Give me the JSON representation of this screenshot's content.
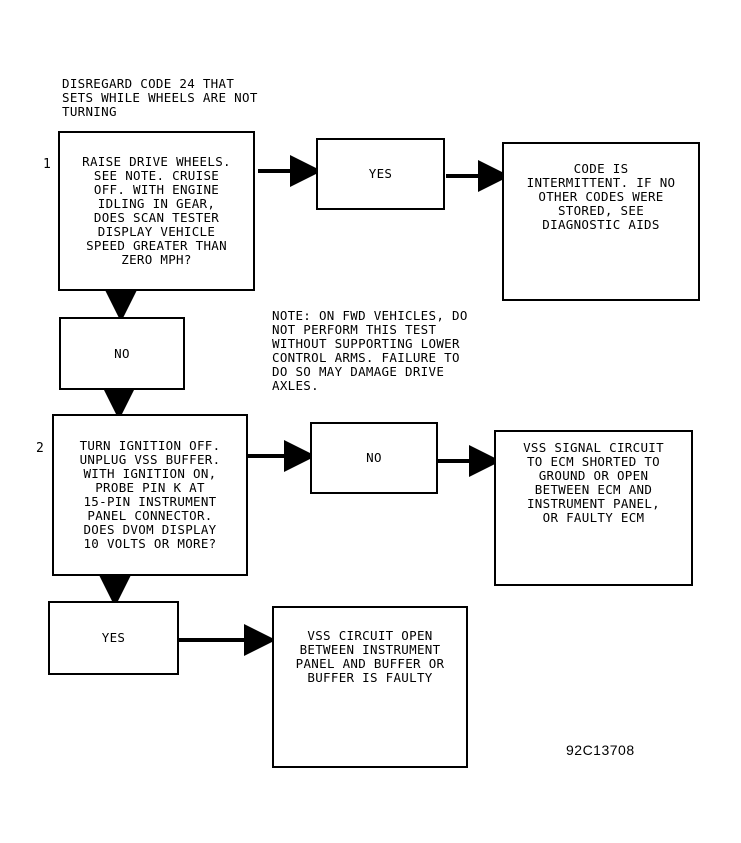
{
  "header_note": "DISREGARD CODE 24 THAT\nSETS WHILE WHEELS ARE NOT\nTURNING",
  "steps": [
    {
      "number": "1",
      "question": "RAISE DRIVE WHEELS.\nSEE NOTE. CRUISE\nOFF. WITH ENGINE\nIDLING IN GEAR,\nDOES SCAN TESTER\nDISPLAY VEHICLE\nSPEED GREATER THAN\nZERO MPH?",
      "yes_label": "YES",
      "yes_result": "CODE IS\nINTERMITTENT. IF NO\nOTHER CODES WERE\nSTORED, SEE\nDIAGNOSTIC AIDS",
      "no_label": "NO"
    },
    {
      "number": "2",
      "question": "TURN IGNITION OFF.\nUNPLUG VSS BUFFER.\nWITH IGNITION ON,\nPROBE PIN K AT\n15-PIN INSTRUMENT\nPANEL CONNECTOR.\nDOES DVOM DISPLAY\n10 VOLTS OR MORE?",
      "no_label": "NO",
      "no_result": "VSS SIGNAL CIRCUIT\nTO ECM SHORTED TO\nGROUND OR OPEN\nBETWEEN ECM AND\nINSTRUMENT PANEL,\nOR FAULTY ECM",
      "yes_label": "YES",
      "yes_result": "VSS CIRCUIT OPEN\nBETWEEN INSTRUMENT\nPANEL AND BUFFER OR\nBUFFER IS FAULTY"
    }
  ],
  "side_note": "NOTE: ON FWD VEHICLES, DO\nNOT PERFORM THIS TEST\nWITHOUT SUPPORTING LOWER\nCONTROL ARMS. FAILURE TO\nDO SO MAY DAMAGE DRIVE\nAXLES.",
  "figure_id": "92C13708"
}
